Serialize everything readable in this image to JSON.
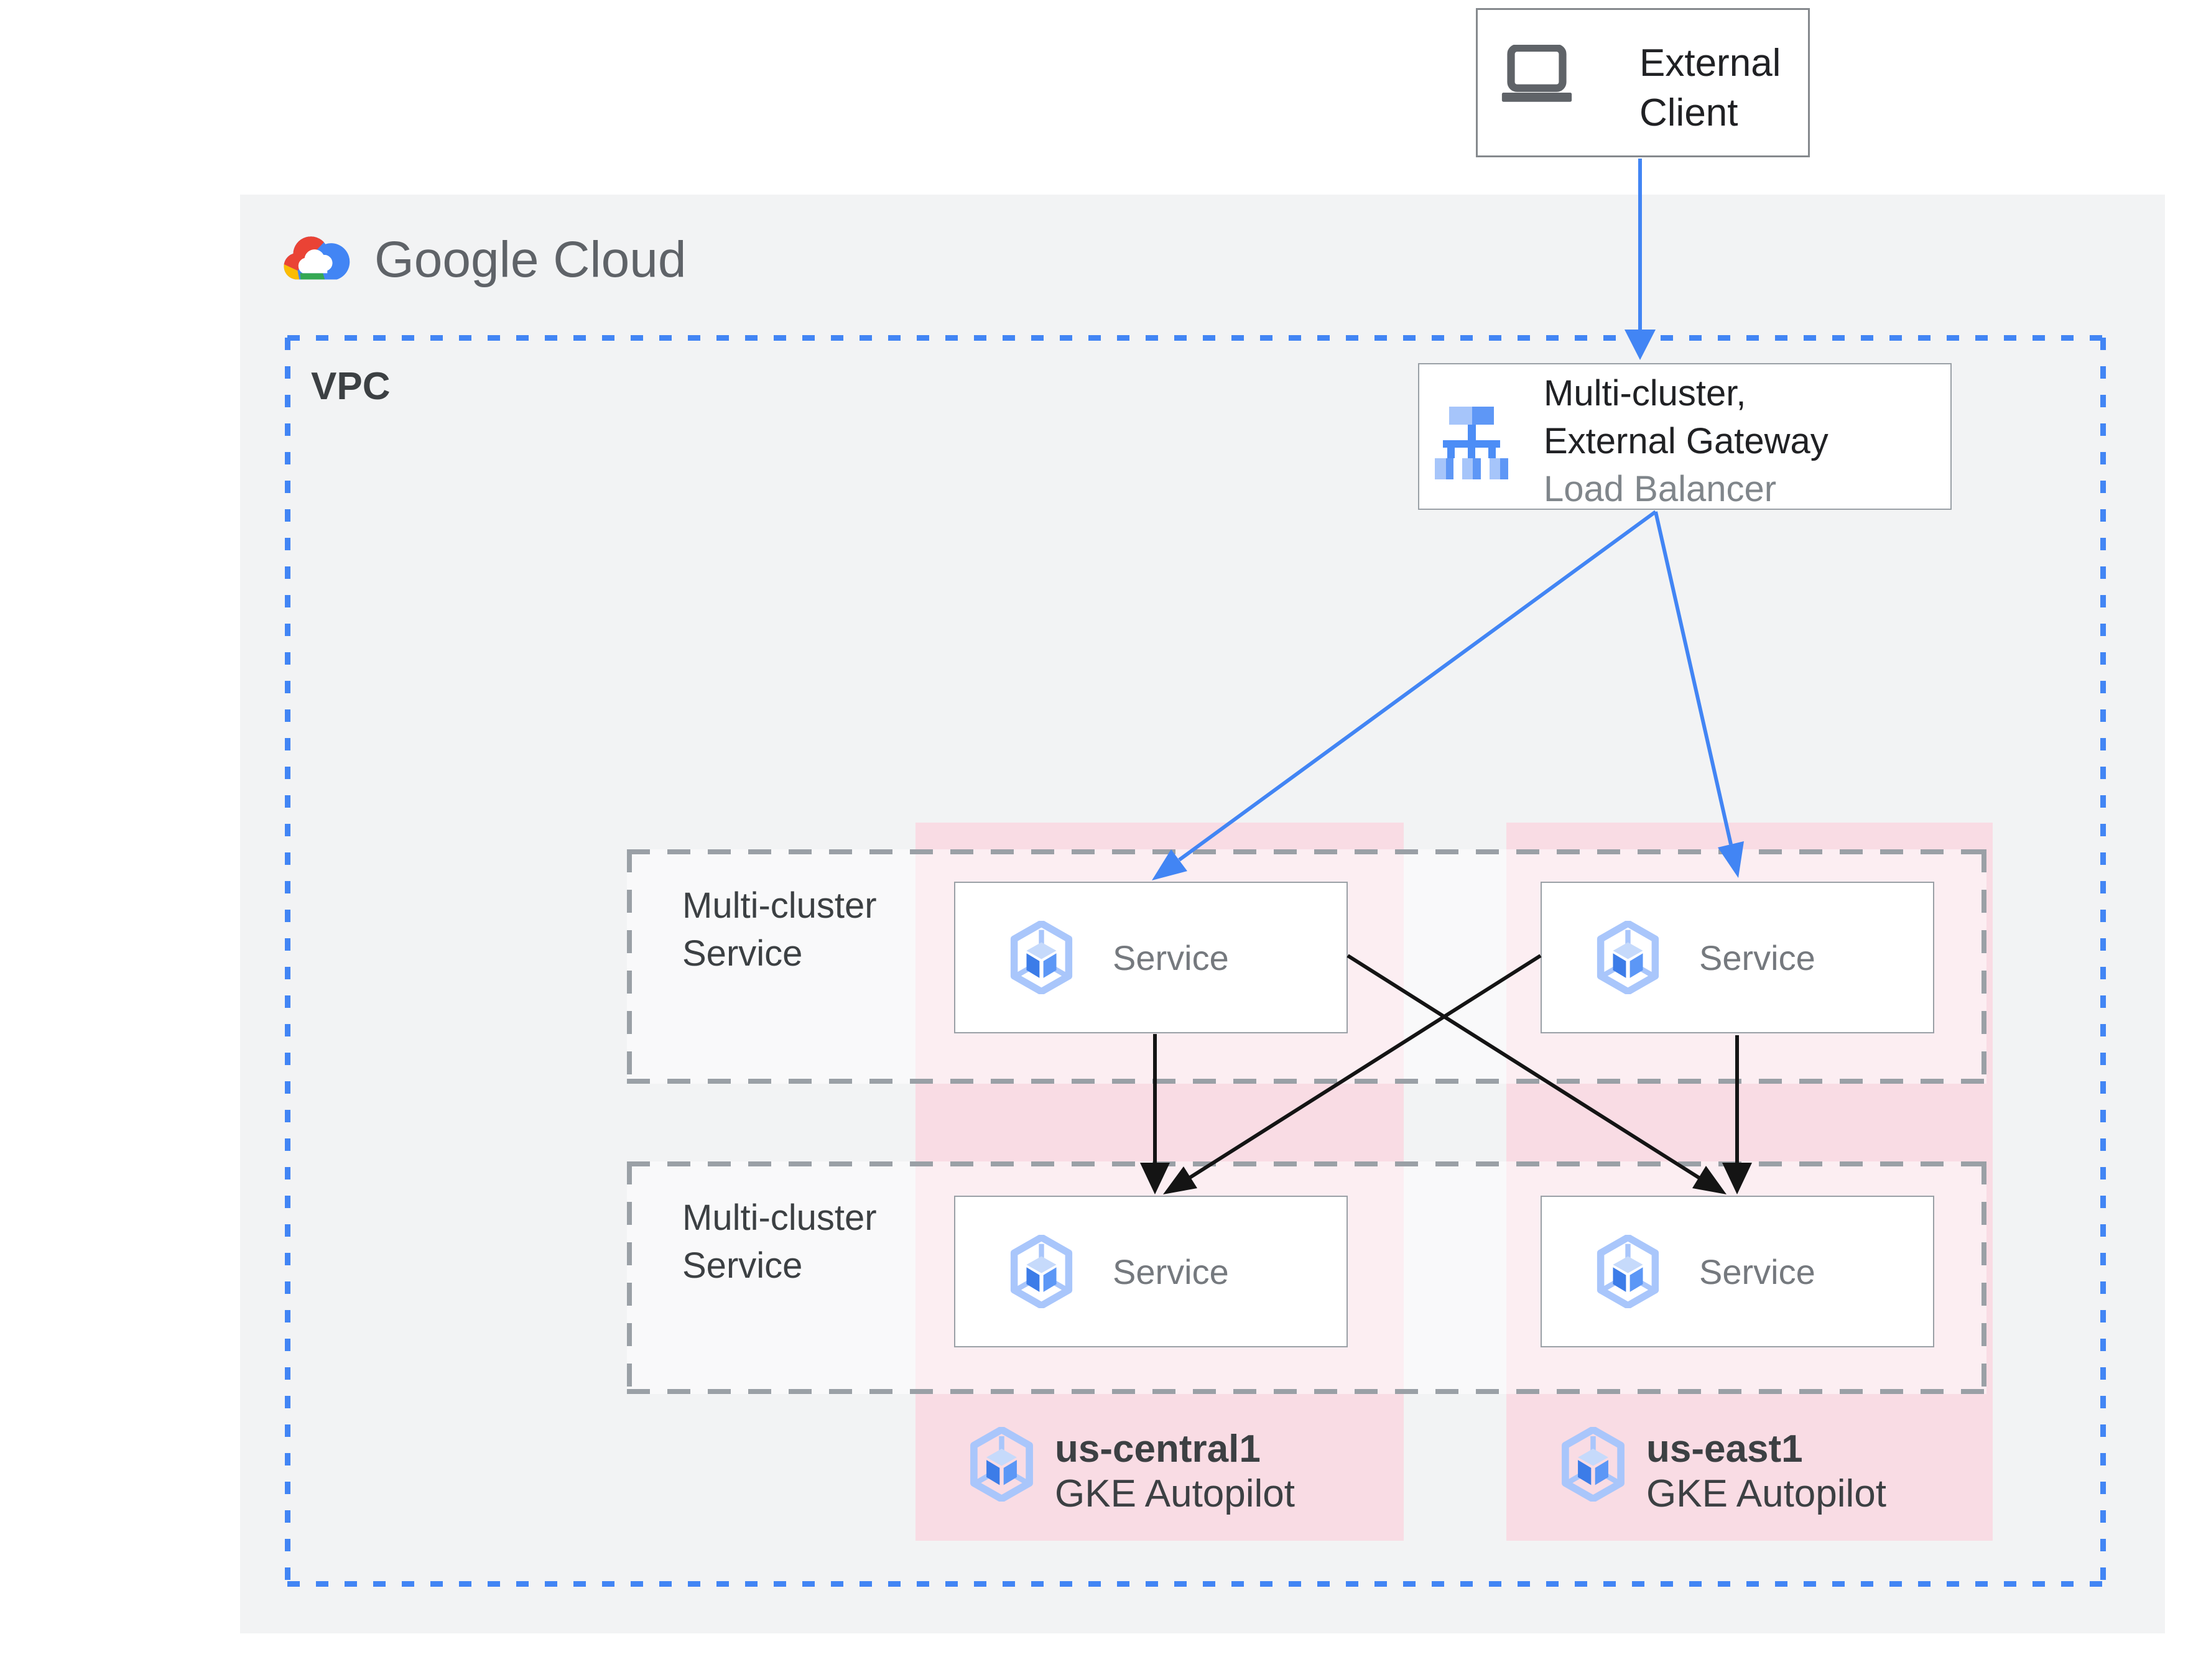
{
  "brand": {
    "logo_text": "Google Cloud"
  },
  "external_client": {
    "line1": "External",
    "line2": "Client"
  },
  "vpc": {
    "label": "VPC"
  },
  "load_balancer": {
    "line1": "Multi-cluster,",
    "line2": "External Gateway",
    "line3": "Load Balancer"
  },
  "mcs": {
    "line1": "Multi-cluster",
    "line2": "Service"
  },
  "service_label": "Service",
  "clusters": [
    {
      "region": "us-central1",
      "product": "GKE Autopilot"
    },
    {
      "region": "us-east1",
      "product": "GKE Autopilot"
    }
  ],
  "colors": {
    "accent_blue": "#4285F4",
    "dash_gray": "#9AA0A6",
    "pink_column": "#F9DCE4",
    "panel_gray": "#F2F3F4",
    "arrow_black": "#141414"
  }
}
